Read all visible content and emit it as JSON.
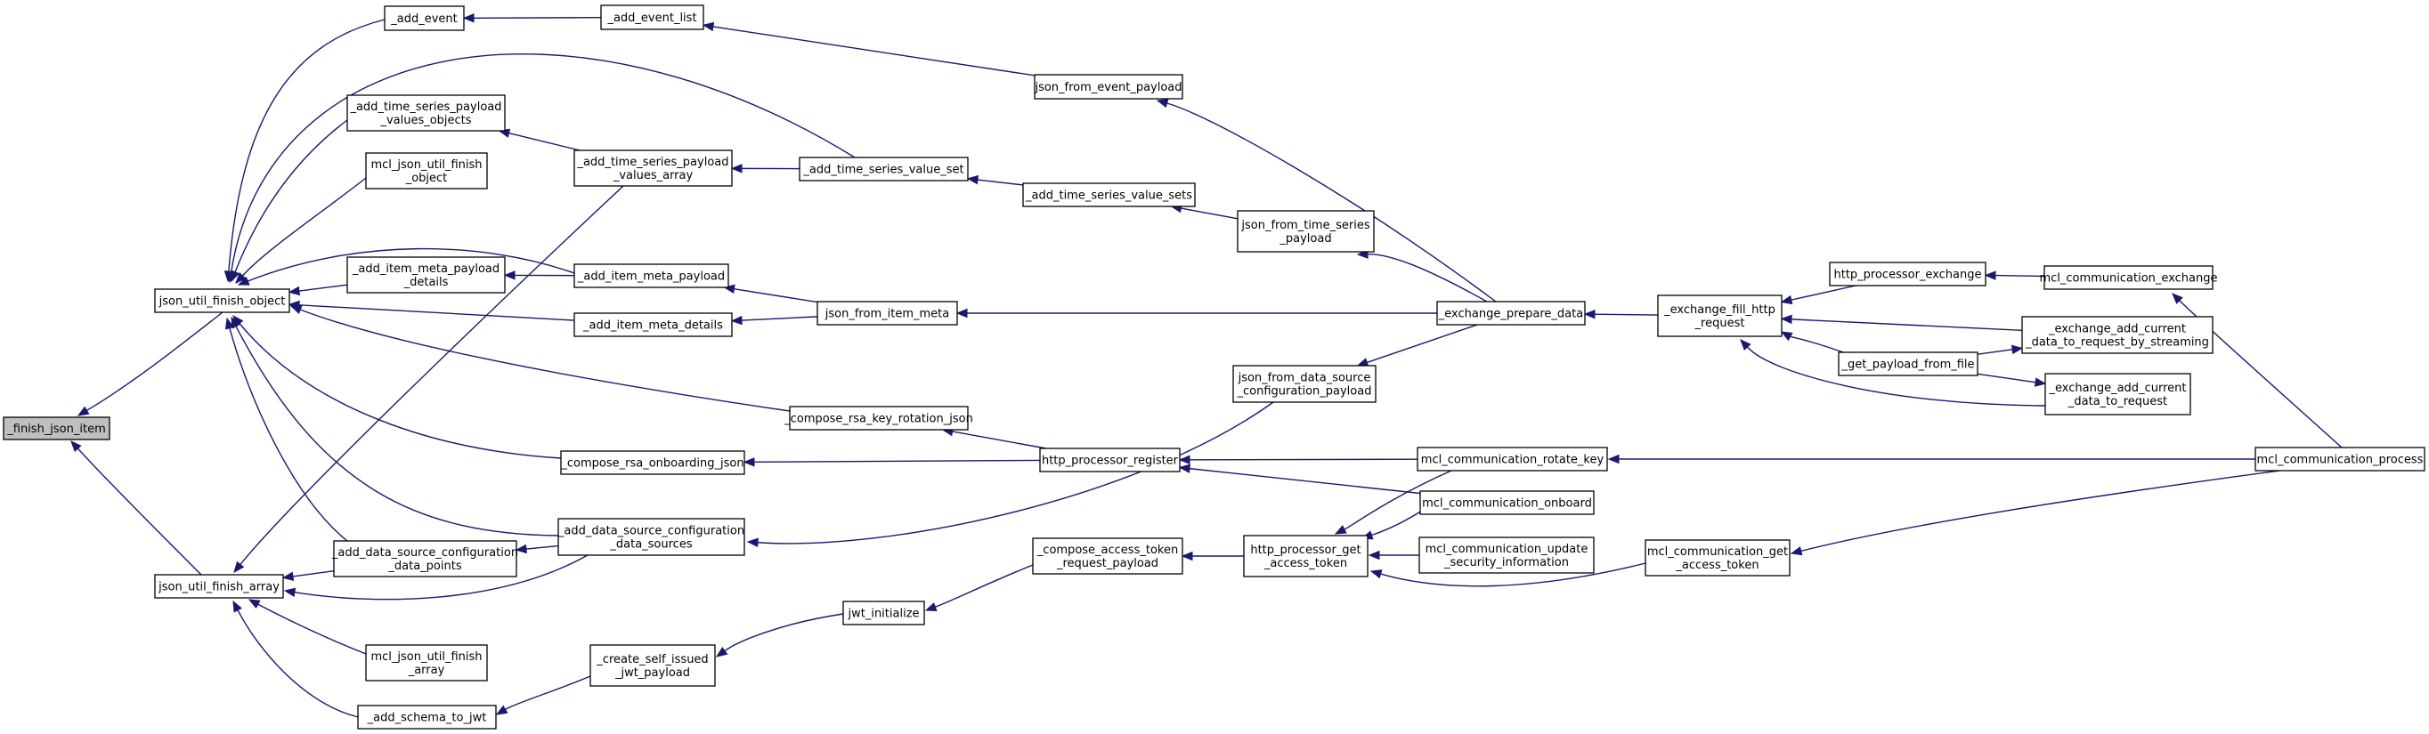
{
  "diagram": {
    "nodes": [
      {
        "id": "n0",
        "lines": [
          "_finish_json_item"
        ]
      },
      {
        "id": "n1",
        "lines": [
          "json_util_finish_object"
        ]
      },
      {
        "id": "n2",
        "lines": [
          "json_util_finish_array"
        ]
      },
      {
        "id": "n3",
        "lines": [
          "_add_event"
        ]
      },
      {
        "id": "n4",
        "lines": [
          "_add_event_list"
        ]
      },
      {
        "id": "n5",
        "lines": [
          "json_from_event_payload"
        ]
      },
      {
        "id": "n6",
        "lines": [
          "_add_time_series_payload",
          "_values_objects"
        ]
      },
      {
        "id": "n7",
        "lines": [
          "_add_time_series_payload",
          "_values_array"
        ]
      },
      {
        "id": "n8",
        "lines": [
          "_add_time_series_value_set"
        ]
      },
      {
        "id": "n9",
        "lines": [
          "_add_time_series_value_sets"
        ]
      },
      {
        "id": "n10",
        "lines": [
          "json_from_time_series",
          "_payload"
        ]
      },
      {
        "id": "n11",
        "lines": [
          "mcl_json_util_finish",
          "_object"
        ]
      },
      {
        "id": "n12",
        "lines": [
          "_add_item_meta_payload",
          "_details"
        ]
      },
      {
        "id": "n13",
        "lines": [
          "_add_item_meta_payload"
        ]
      },
      {
        "id": "n14",
        "lines": [
          "_add_item_meta_details"
        ]
      },
      {
        "id": "n15",
        "lines": [
          "json_from_item_meta"
        ]
      },
      {
        "id": "n16",
        "lines": [
          "_exchange_prepare_data"
        ]
      },
      {
        "id": "n17",
        "lines": [
          "_exchange_fill_http",
          "_request"
        ]
      },
      {
        "id": "n18",
        "lines": [
          "http_processor_exchange"
        ]
      },
      {
        "id": "n19",
        "lines": [
          "mcl_communication_exchange"
        ]
      },
      {
        "id": "n20",
        "lines": [
          "_exchange_add_current",
          "_data_to_request_by_streaming"
        ]
      },
      {
        "id": "n21",
        "lines": [
          "_get_payload_from_file"
        ]
      },
      {
        "id": "n22",
        "lines": [
          "_exchange_add_current",
          "_data_to_request"
        ]
      },
      {
        "id": "n23",
        "lines": [
          "json_from_data_source",
          "_configuration_payload"
        ]
      },
      {
        "id": "n24",
        "lines": [
          "_compose_rsa_key_rotation_json"
        ]
      },
      {
        "id": "n25",
        "lines": [
          "_compose_rsa_onboarding_json"
        ]
      },
      {
        "id": "n26",
        "lines": [
          "http_processor_register"
        ]
      },
      {
        "id": "n27",
        "lines": [
          "mcl_communication_rotate_key"
        ]
      },
      {
        "id": "n28",
        "lines": [
          "mcl_communication_process"
        ]
      },
      {
        "id": "n29",
        "lines": [
          "mcl_communication_onboard"
        ]
      },
      {
        "id": "n30",
        "lines": [
          "_add_data_source_configuration",
          "_data_sources"
        ]
      },
      {
        "id": "n31",
        "lines": [
          "_add_data_source_configuration",
          "_data_points"
        ]
      },
      {
        "id": "n32",
        "lines": [
          "_compose_access_token",
          "_request_payload"
        ]
      },
      {
        "id": "n33",
        "lines": [
          "http_processor_get",
          "_access_token"
        ]
      },
      {
        "id": "n34",
        "lines": [
          "mcl_communication_update",
          "_security_information"
        ]
      },
      {
        "id": "n35",
        "lines": [
          "mcl_communication_get",
          "_access_token"
        ]
      },
      {
        "id": "n36",
        "lines": [
          "jwt_initialize"
        ]
      },
      {
        "id": "n37",
        "lines": [
          "mcl_json_util_finish",
          "_array"
        ]
      },
      {
        "id": "n38",
        "lines": [
          "_create_self_issued",
          "_jwt_payload"
        ]
      },
      {
        "id": "n39",
        "lines": [
          "_add_schema_to_jwt"
        ]
      }
    ],
    "edges": [
      {
        "from": "n1",
        "to": "n0"
      },
      {
        "from": "n2",
        "to": "n0"
      },
      {
        "from": "n3",
        "to": "n1"
      },
      {
        "from": "n6",
        "to": "n1"
      },
      {
        "from": "n8",
        "to": "n1"
      },
      {
        "from": "n11",
        "to": "n1"
      },
      {
        "from": "n13",
        "to": "n1"
      },
      {
        "from": "n12",
        "to": "n1"
      },
      {
        "from": "n14",
        "to": "n1"
      },
      {
        "from": "n24",
        "to": "n1"
      },
      {
        "from": "n25",
        "to": "n1"
      },
      {
        "from": "n30",
        "to": "n1"
      },
      {
        "from": "n31",
        "to": "n1"
      },
      {
        "from": "n4",
        "to": "n3"
      },
      {
        "from": "n5",
        "to": "n4"
      },
      {
        "from": "n16",
        "to": "n5"
      },
      {
        "from": "n7",
        "to": "n6"
      },
      {
        "from": "n8",
        "to": "n7"
      },
      {
        "from": "n9",
        "to": "n8"
      },
      {
        "from": "n10",
        "to": "n9"
      },
      {
        "from": "n16",
        "to": "n10"
      },
      {
        "from": "n13",
        "to": "n12"
      },
      {
        "from": "n15",
        "to": "n13"
      },
      {
        "from": "n15",
        "to": "n14"
      },
      {
        "from": "n16",
        "to": "n15"
      },
      {
        "from": "n16",
        "to": "n23"
      },
      {
        "from": "n17",
        "to": "n16"
      },
      {
        "from": "n18",
        "to": "n17"
      },
      {
        "from": "n20",
        "to": "n17"
      },
      {
        "from": "n21",
        "to": "n17"
      },
      {
        "from": "n22",
        "to": "n17"
      },
      {
        "from": "n21",
        "to": "n20"
      },
      {
        "from": "n21",
        "to": "n22"
      },
      {
        "from": "n19",
        "to": "n18"
      },
      {
        "from": "n28",
        "to": "n19"
      },
      {
        "from": "n23",
        "to": "n30"
      },
      {
        "from": "n26",
        "to": "n24"
      },
      {
        "from": "n26",
        "to": "n25"
      },
      {
        "from": "n27",
        "to": "n26"
      },
      {
        "from": "n29",
        "to": "n26"
      },
      {
        "from": "n28",
        "to": "n27"
      },
      {
        "from": "n27",
        "to": "n33"
      },
      {
        "from": "n29",
        "to": "n33"
      },
      {
        "from": "n34",
        "to": "n33"
      },
      {
        "from": "n35",
        "to": "n33"
      },
      {
        "from": "n33",
        "to": "n32"
      },
      {
        "from": "n28",
        "to": "n35"
      },
      {
        "from": "n32",
        "to": "n36"
      },
      {
        "from": "n36",
        "to": "n38"
      },
      {
        "from": "n38",
        "to": "n39"
      },
      {
        "from": "n39",
        "to": "n2"
      },
      {
        "from": "n37",
        "to": "n2"
      },
      {
        "from": "n31",
        "to": "n2"
      },
      {
        "from": "n30",
        "to": "n2"
      },
      {
        "from": "n7",
        "to": "n2"
      },
      {
        "from": "n30",
        "to": "n31"
      }
    ]
  }
}
